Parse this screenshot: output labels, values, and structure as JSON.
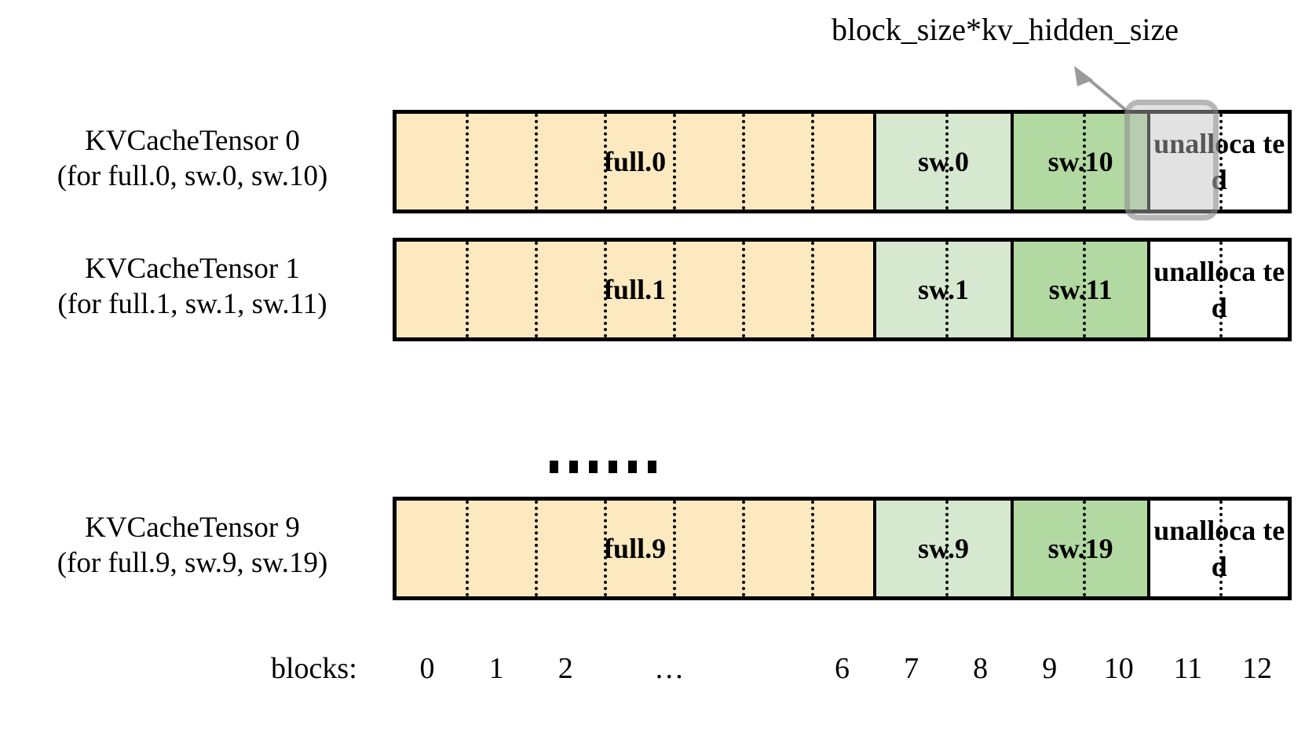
{
  "diagram": {
    "callout": {
      "label": "block_size*kv_hidden_size",
      "arrow_icon": "arrow-up-left-icon",
      "target_block": "11",
      "target_row": "KVCacheTensor 0"
    },
    "colors": {
      "full_attention_fill": "#FCE9C0",
      "sliding_window_a_fill": "#D6E8D0",
      "sliding_window_b_fill": "#B2D9A2",
      "unallocated_fill": "#FFFFFF",
      "border": "#000000",
      "highlight_fill": "rgba(190,190,190,0.45)",
      "highlight_border": "rgba(120,120,120,0.42)"
    },
    "ellipsis": "……",
    "ellipsis_dot_count": 6,
    "rows": [
      {
        "label_line1": "KVCacheTensor 0",
        "label_line2": "(for full.0, sw.0, sw.10)",
        "segments": [
          {
            "text": "full.0",
            "kind": "full",
            "blocks": 7
          },
          {
            "text": "sw.0",
            "kind": "sw1",
            "blocks": 2
          },
          {
            "text": "sw.10",
            "kind": "sw2",
            "blocks": 2
          },
          {
            "text": "unalloca ted",
            "kind": "unalloc",
            "blocks": 2
          }
        ]
      },
      {
        "label_line1": "KVCacheTensor 1",
        "label_line2": "(for full.1, sw.1, sw.11)",
        "segments": [
          {
            "text": "full.1",
            "kind": "full",
            "blocks": 7
          },
          {
            "text": "sw.1",
            "kind": "sw1",
            "blocks": 2
          },
          {
            "text": "sw.11",
            "kind": "sw2",
            "blocks": 2
          },
          {
            "text": "unalloca ted",
            "kind": "unalloc",
            "blocks": 2
          }
        ]
      },
      {
        "label_line1": "KVCacheTensor 9",
        "label_line2": "(for full.9, sw.9, sw.19)",
        "segments": [
          {
            "text": "full.9",
            "kind": "full",
            "blocks": 7
          },
          {
            "text": "sw.9",
            "kind": "sw1",
            "blocks": 2
          },
          {
            "text": "sw.19",
            "kind": "sw2",
            "blocks": 2
          },
          {
            "text": "unalloca ted",
            "kind": "unalloc",
            "blocks": 2
          }
        ]
      }
    ],
    "axis": {
      "title": "blocks:",
      "ticks": [
        "0",
        "1",
        "2",
        "…",
        "6",
        "7",
        "8",
        "9",
        "10",
        "11",
        "12"
      ]
    }
  }
}
